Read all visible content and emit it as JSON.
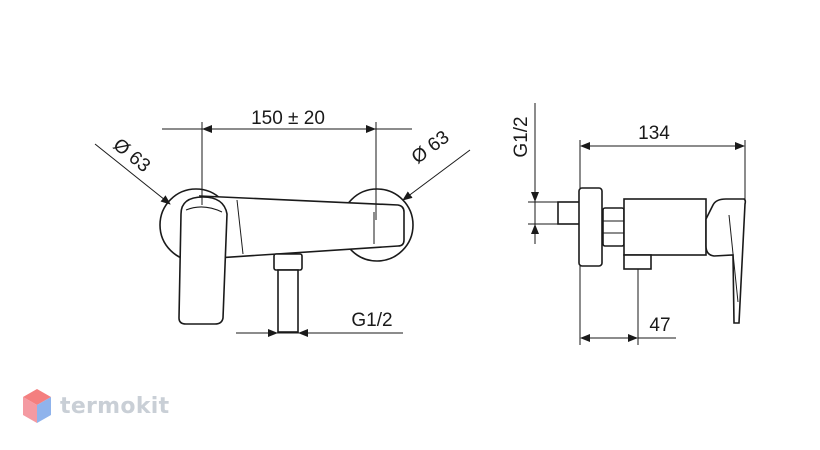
{
  "front_view": {
    "centre_distance": "150 ± 20",
    "rosette_left_diameter": "Ø 63",
    "rosette_right_diameter": "Ø 63",
    "outlet_thread": "G1/2"
  },
  "side_view": {
    "depth": "134",
    "inlet_thread": "G1/2",
    "outlet_offset": "47"
  },
  "brand": {
    "name": "termokit",
    "logo_colors": [
      "#f26a6a",
      "#7fa7e6"
    ]
  }
}
